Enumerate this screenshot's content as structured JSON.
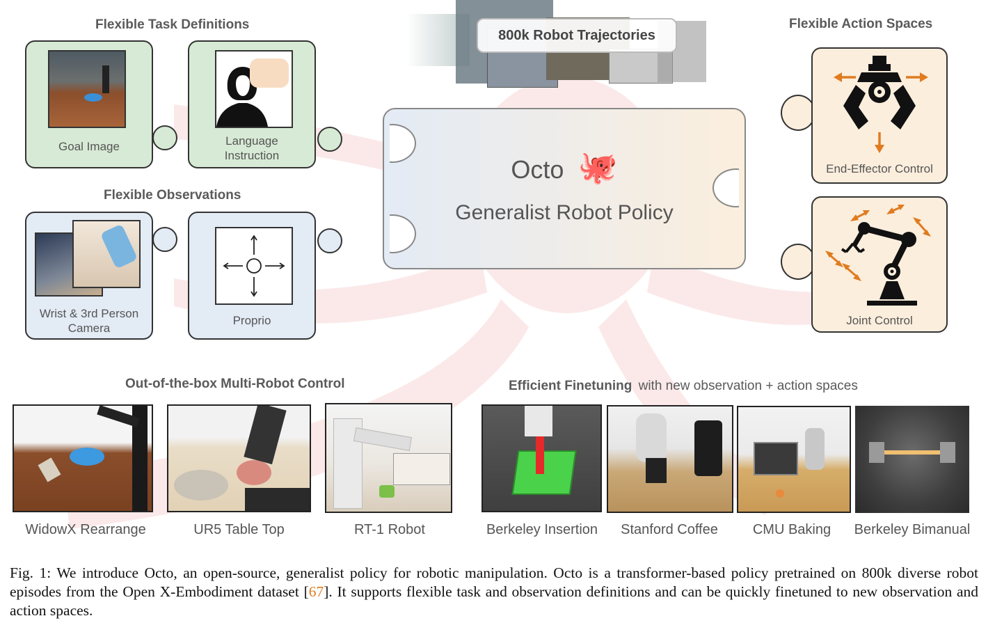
{
  "colors": {
    "task_green": "#d7ead5",
    "obs_blue": "#e3ebf5",
    "action_peach": "#fbeedd",
    "accent_orange": "#e07b1f",
    "ref_orange": "#e07b1f"
  },
  "task_defs": {
    "heading": "Flexible Task Definitions",
    "goal_label": "Goal Image",
    "language_label": "Language Instruction"
  },
  "observations": {
    "heading": "Flexible Observations",
    "wrist_label": "Wrist & 3rd Person Camera",
    "proprio_label": "Proprio"
  },
  "trajectories": {
    "label": "800k Robot Trajectories"
  },
  "center": {
    "name": "Octo",
    "emoji": "🐙",
    "subtitle": "Generalist Robot Policy"
  },
  "actions": {
    "heading": "Flexible Action Spaces",
    "eef_label": "End-Effector Control",
    "joint_label": "Joint Control"
  },
  "multi_robot": {
    "heading": "Out-of-the-box Multi-Robot Control",
    "items": [
      "WidowX Rearrange",
      "UR5 Table Top",
      "RT-1 Robot"
    ]
  },
  "finetune": {
    "heading_bold": "Efficient Finetuning",
    "heading_rest": "with new observation + action spaces",
    "items": [
      "Berkeley Insertion",
      "Stanford Coffee",
      "CMU Baking",
      "Berkeley Bimanual"
    ]
  },
  "caption": {
    "prefix": "Fig. 1: We introduce Octo, an open-source, generalist policy for robotic manipulation. Octo is a transformer-based policy pretrained on 800k diverse robot episodes from the Open X-Embodiment dataset [",
    "ref": "67",
    "suffix": "]. It supports flexible task and observation definitions and can be quickly finetuned to new observation and action spaces."
  }
}
